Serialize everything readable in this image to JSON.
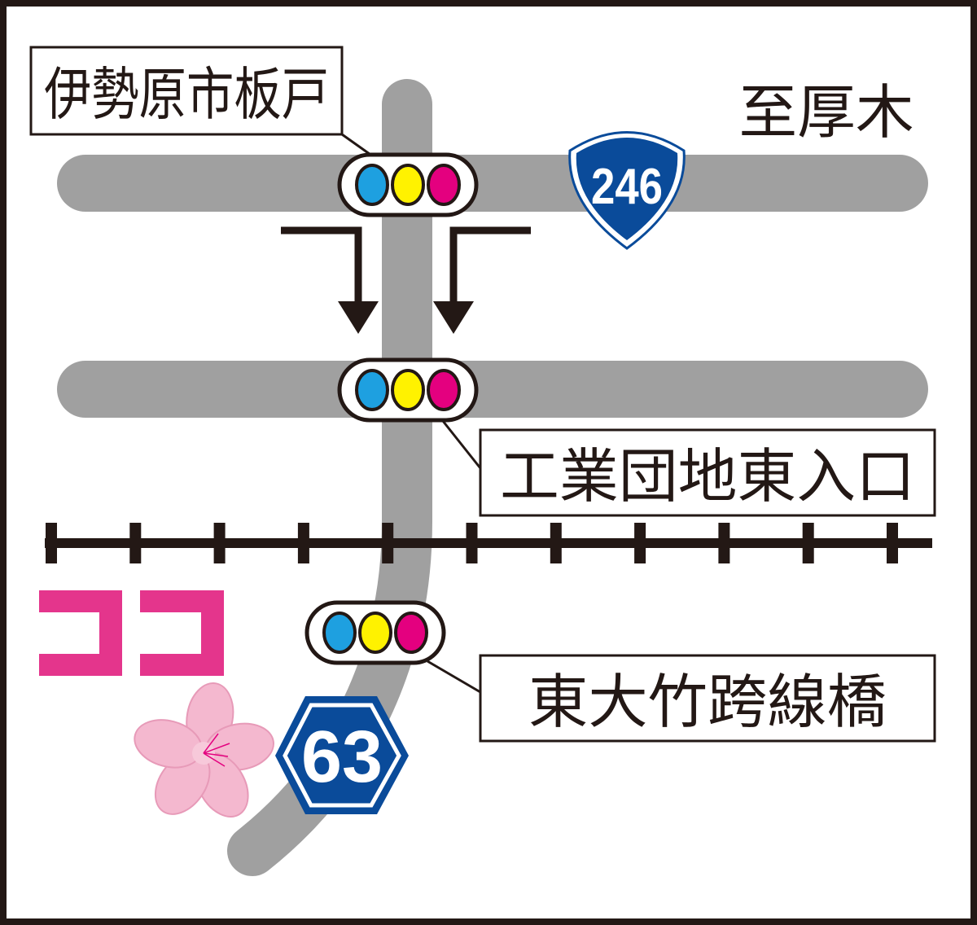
{
  "labels": {
    "origin_place": "伊勢原市板戸",
    "direction": "至厚木",
    "intersection_1": "工業団地東入口",
    "intersection_2": "東大竹跨線橋",
    "here_marker": "ココ"
  },
  "route_shields": {
    "national_route": "246",
    "prefectural_route": "63"
  },
  "colors": {
    "road": "#a0a0a0",
    "shield_blue": "#0a4b9a",
    "signal_cyan": "#1ea0e0",
    "signal_yellow": "#fff200",
    "signal_magenta": "#e4007f",
    "here_pink": "#e4358c",
    "flower_pink": "#f4b8cf"
  },
  "icons": [
    "traffic-signal-icon",
    "direction-arrow-icon",
    "railway-icon",
    "azalea-flower-icon"
  ]
}
